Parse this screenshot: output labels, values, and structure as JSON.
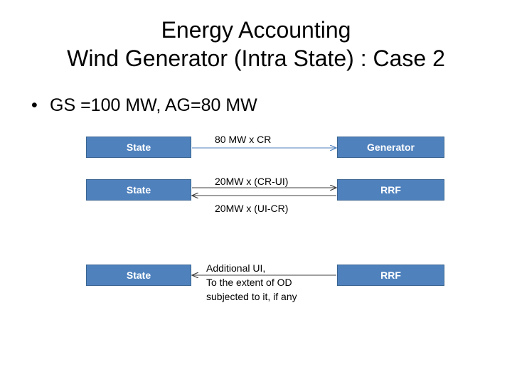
{
  "title": {
    "line1": "Energy Accounting",
    "line2": "Wind Generator (Intra State) : Case 2"
  },
  "bullet": "GS =100 MW, AG=80 MW",
  "rows": [
    {
      "left_box": "State",
      "right_box": "Generator",
      "label_top": "80 MW x CR"
    },
    {
      "left_box": "State",
      "right_box": "RRF",
      "label_top": "20MW x (CR-UI)",
      "label_bottom": "20MW x (UI-CR)"
    },
    {
      "left_box": "State",
      "right_box": "RRF",
      "label_lines": [
        "Additional UI,",
        "To the extent of OD",
        "subjected to it, if any"
      ]
    }
  ],
  "colors": {
    "box_fill": "#4f81bd",
    "arrow_row1": "#4f81bd",
    "arrow_dark": "#404040"
  }
}
